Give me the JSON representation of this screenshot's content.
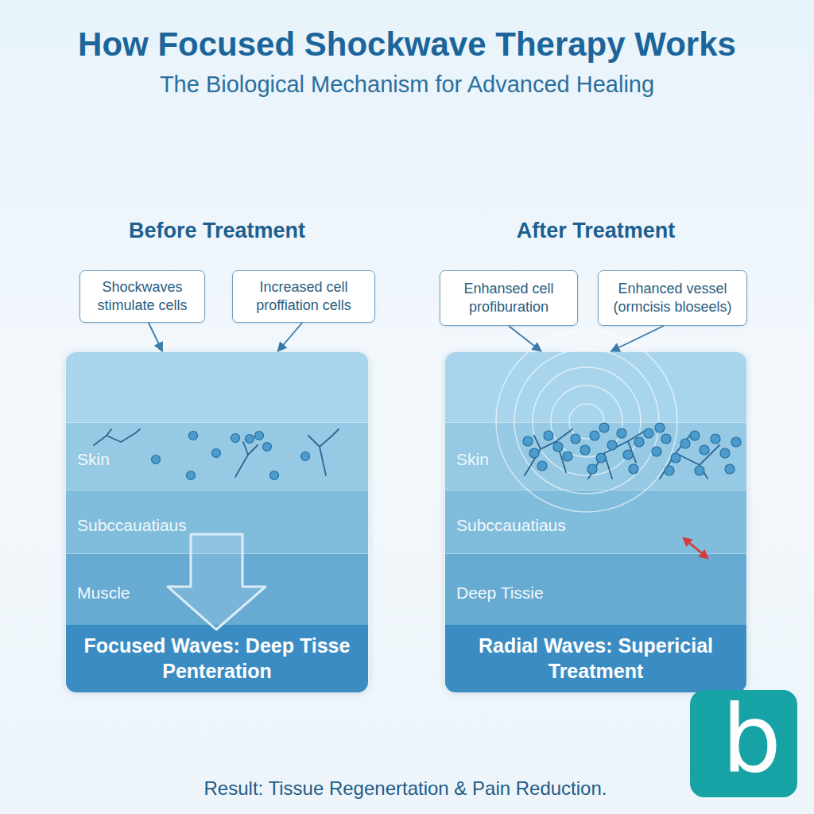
{
  "diagram": {
    "title": "How Focused Shockwave Therapy Works",
    "caption": "Result: Tissue Regenertation & Pain Reduction.",
    "nodes": [
      {
        "text": [
          "Before Treatment"
        ]
      },
      {
        "text": [
          "Shockwaves stimulate cells"
        ]
      },
      {
        "text": [
          "Increased cell proffiation cells"
        ]
      },
      {
        "text": [
          "Skin"
        ],
        "in": 0
      },
      {
        "text": [
          "Subccauatiaus"
        ],
        "in": 0
      },
      {
        "text": [
          "Muscle"
        ],
        "in": 0
      },
      {
        "text": [
          "Focused Waves: Deep Tisse Penteration"
        ],
        "in": 0
      },
      {
        "text": [
          "After Treatment"
        ]
      },
      {
        "text": [
          "Enhansed cell profiburation"
        ]
      },
      {
        "text": [
          "Enhanced vessel (ormcisis bloseels)"
        ]
      },
      {
        "text": [
          "Skin"
        ],
        "in": 7
      },
      {
        "text": [
          "Subccauatiaus"
        ],
        "in": 7
      },
      {
        "text": [
          "Deep Tissie"
        ],
        "in": 7
      },
      {
        "text": [
          "Radial Waves: Supericial Treatment"
        ],
        "in": 7
      },
      {
        "text": [
          "b"
        ]
      }
    ],
    "edges": [
      {
        "from": 1,
        "to": 0,
        "arrow": "to"
      },
      {
        "from": 2,
        "to": 0,
        "arrow": "to"
      },
      {
        "from": 8,
        "to": 7,
        "arrow": "to"
      },
      {
        "from": 9,
        "to": 7,
        "arrow": "to"
      }
    ],
    "labels": [
      "The Biological Mechanism for Advanced Healing"
    ]
  }
}
